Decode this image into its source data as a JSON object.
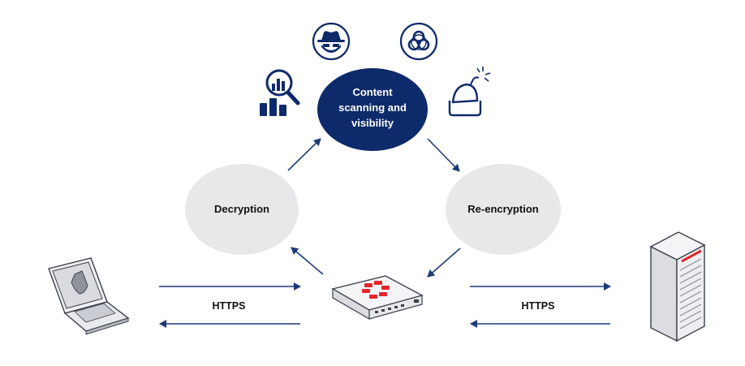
{
  "nodes": {
    "content_scanning": {
      "lines": [
        "Content",
        "scanning and",
        "visibility"
      ]
    },
    "decryption": {
      "label": "Decryption"
    },
    "reencryption": {
      "label": "Re-encryption"
    }
  },
  "links": {
    "left_protocol": "HTTPS",
    "right_protocol": "HTTPS"
  },
  "icons": {
    "top_left": "spy-icon",
    "top_right": "biohazard-icon",
    "left": "search-chart-icon",
    "right": "bomb-icon",
    "endpoint": "laptop-shield-icon",
    "appliance": "firewall-appliance-icon",
    "server": "server-rack-icon"
  },
  "colors": {
    "navy": "#0d2a6b",
    "bubble": "#e8e8ea",
    "arrow": "#1d3a78",
    "brand_red": "#e3262b"
  }
}
